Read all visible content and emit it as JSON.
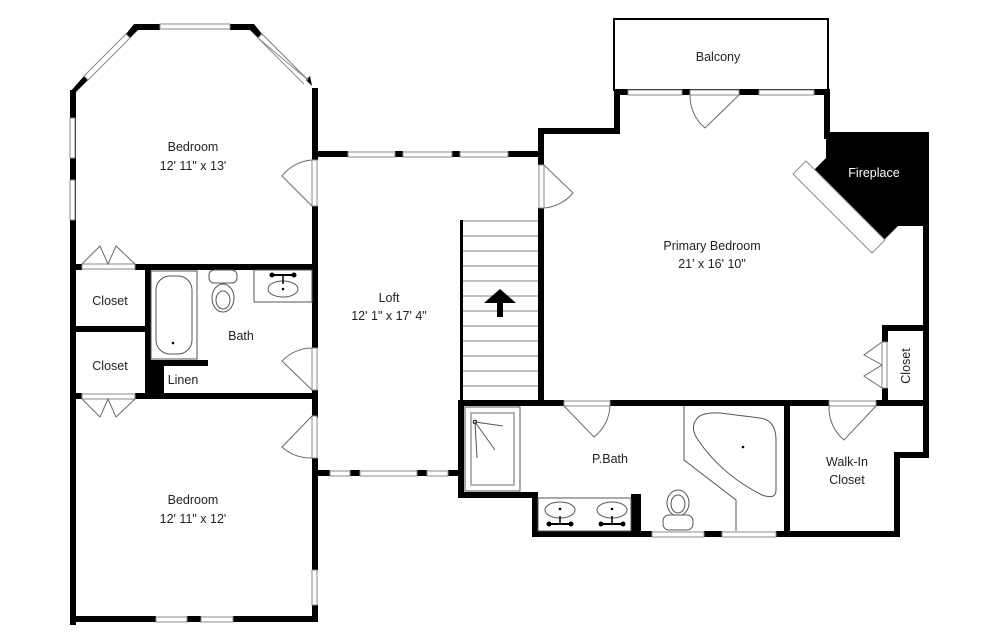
{
  "plan": {
    "rooms": [
      {
        "id": "bedroom-1",
        "name": "Bedroom",
        "dimensions": "12' 11\" x 13'"
      },
      {
        "id": "bedroom-2",
        "name": "Bedroom",
        "dimensions": "12' 11\" x 12'"
      },
      {
        "id": "closet-1",
        "name": "Closet"
      },
      {
        "id": "closet-2",
        "name": "Closet"
      },
      {
        "id": "bath",
        "name": "Bath"
      },
      {
        "id": "linen",
        "name": "Linen"
      },
      {
        "id": "loft",
        "name": "Loft",
        "dimensions": "12' 1\" x 17' 4\""
      },
      {
        "id": "balcony",
        "name": "Balcony"
      },
      {
        "id": "primary-bedroom",
        "name": "Primary Bedroom",
        "dimensions": "21' x 16' 10\""
      },
      {
        "id": "fireplace",
        "name": "Fireplace"
      },
      {
        "id": "closet-3",
        "name": "Closet"
      },
      {
        "id": "p-bath",
        "name": "P.Bath"
      },
      {
        "id": "walk-in-closet",
        "name": "Walk-In",
        "name_line2": "Closet"
      }
    ],
    "stairs": {
      "direction": "up",
      "icon": "arrow-up-icon"
    },
    "colors": {
      "wall": "#000000",
      "window": "#8a8a8a",
      "background": "#ffffff",
      "fireplace": "#000000"
    }
  }
}
